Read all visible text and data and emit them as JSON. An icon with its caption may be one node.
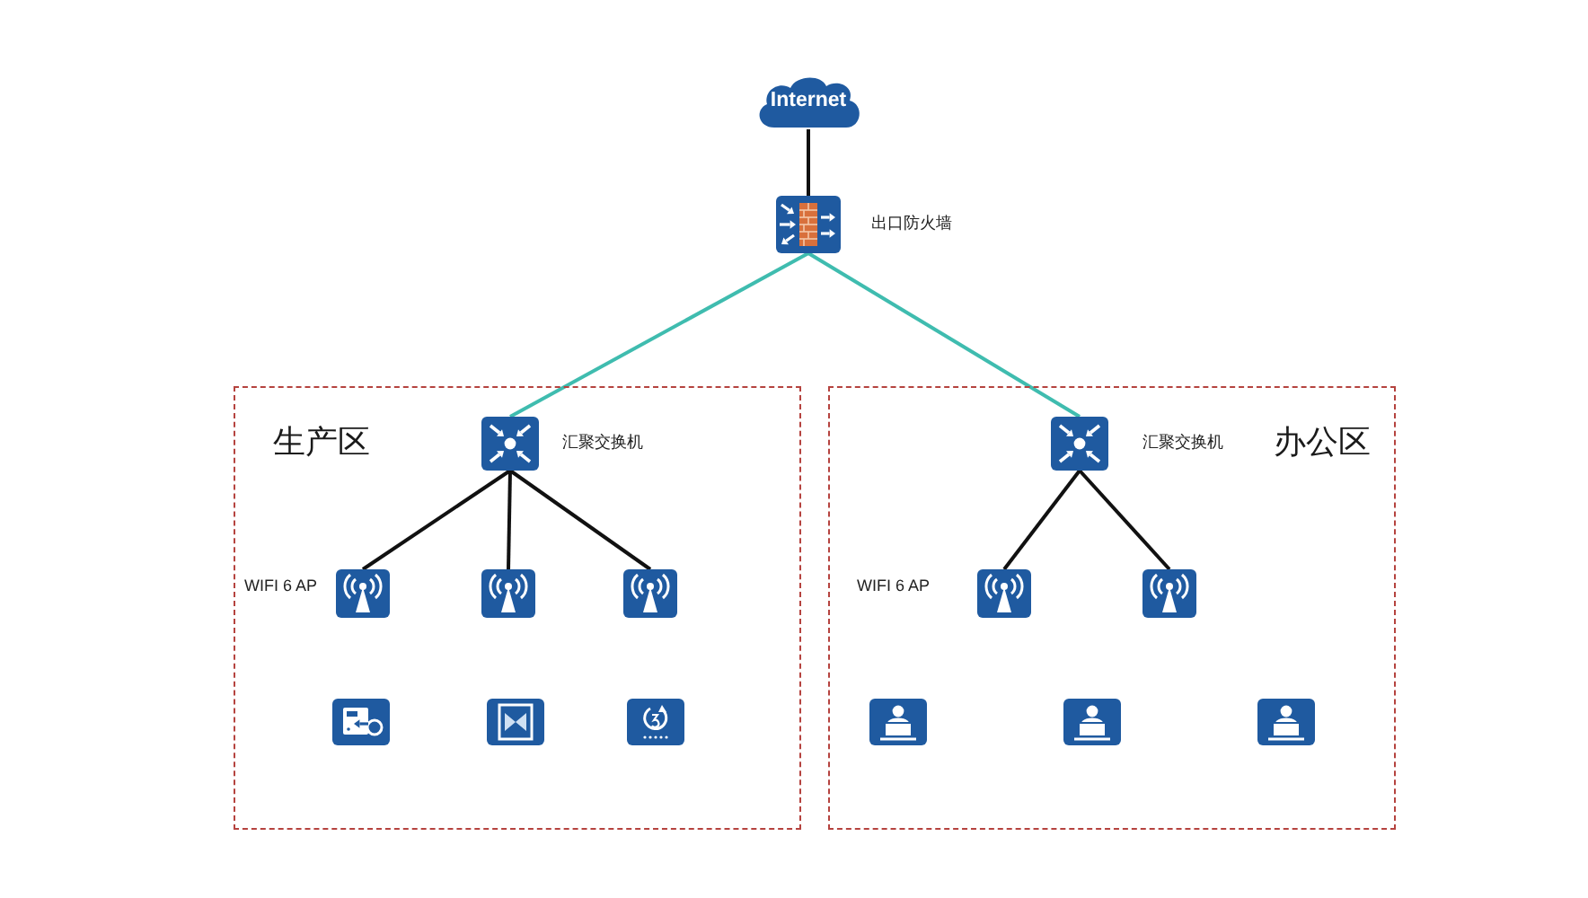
{
  "diagram": {
    "nodes": [
      {
        "text": [
          "Internet"
        ]
      },
      {
        "text": [],
        "shape": "picture",
        "beside": [
          "出口防火墙"
        ]
      },
      {
        "text": [
          "生产区"
        ]
      },
      {
        "text": [],
        "shape": "picture",
        "beside": [
          "汇聚交换机"
        ],
        "in": 2
      },
      {
        "text": [],
        "shape": "picture",
        "in": 2
      },
      {
        "text": [],
        "shape": "picture",
        "in": 2
      },
      {
        "text": [],
        "shape": "picture",
        "in": 2
      },
      {
        "text": [],
        "shape": "picture",
        "in": 2
      },
      {
        "text": [],
        "shape": "picture",
        "in": 2
      },
      {
        "text": [],
        "shape": "picture",
        "in": 2
      },
      {
        "text": [
          "办公区"
        ]
      },
      {
        "text": [],
        "shape": "picture",
        "beside": [
          "汇聚交换机"
        ],
        "in": 10
      },
      {
        "text": [],
        "shape": "picture",
        "in": 10
      },
      {
        "text": [],
        "shape": "picture",
        "in": 10
      },
      {
        "text": [],
        "shape": "picture",
        "in": 10
      },
      {
        "text": [],
        "shape": "picture",
        "in": 10
      },
      {
        "text": [],
        "shape": "picture",
        "in": 10
      }
    ],
    "edges": [
      {
        "from": 0,
        "to": 1,
        "arrow": "none"
      },
      {
        "from": 1,
        "to": 3,
        "arrow": "none",
        "color": "#3fbcaf"
      },
      {
        "from": 1,
        "to": 11,
        "arrow": "none",
        "color": "#3fbcaf"
      },
      {
        "from": 3,
        "to": 4,
        "arrow": "none"
      },
      {
        "from": 3,
        "to": 5,
        "arrow": "none"
      },
      {
        "from": 3,
        "to": 6,
        "arrow": "none"
      },
      {
        "from": 11,
        "to": 12,
        "arrow": "none"
      },
      {
        "from": 11,
        "to": 13,
        "arrow": "none"
      }
    ],
    "labels": [
      "WIFI 6 AP",
      "WIFI 6 AP"
    ]
  }
}
